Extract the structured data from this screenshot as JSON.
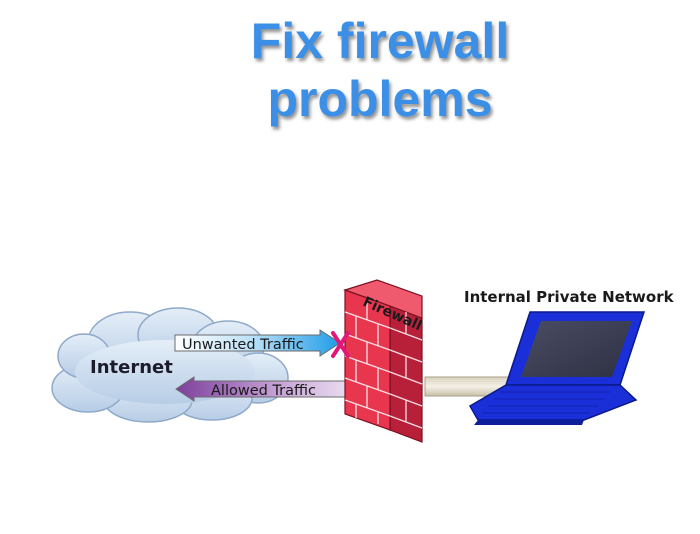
{
  "title": {
    "line1": "Fix firewall",
    "line2": "problems"
  },
  "diagram": {
    "internet_label": "Internet",
    "firewall_label": "Firewall",
    "network_label": "Internal Private Network",
    "unwanted_traffic": "Unwanted Traffic",
    "allowed_traffic": "Allowed Traffic"
  },
  "icons": [
    "cloud-icon",
    "firewall-brick-icon",
    "laptop-icon",
    "blocked-x-icon"
  ],
  "colors": {
    "title": "#3b8fe6",
    "cloud": "#c9dcf0",
    "firewall": "#e8364f",
    "laptop": "#1a2fd8",
    "unwanted_arrow": "#29a8ee",
    "allowed_arrow": "#8a4fa8",
    "block_mark": "#e0187a"
  }
}
